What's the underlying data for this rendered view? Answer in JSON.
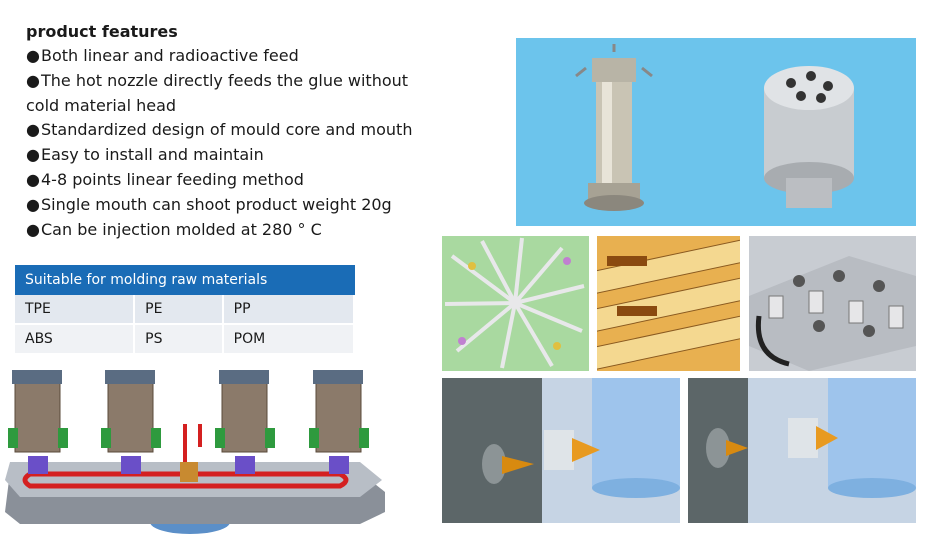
{
  "features": {
    "title": "product features",
    "items": [
      "Both linear and radioactive feed",
      "The hot nozzle directly feeds the glue without cold material head",
      "Standardized design of mould core and mouth",
      "Easy to install and maintain",
      "4-8 points linear feeding method",
      "Single mouth can shoot product weight 20g",
      "Can be injection molded at 280 ° C"
    ],
    "bullet": "●"
  },
  "materials": {
    "header": "Suitable for molding raw materials",
    "rows": [
      [
        "TPE",
        "PE",
        "PP"
      ],
      [
        "ABS",
        "PS",
        "POM"
      ]
    ]
  },
  "colors": {
    "header_blue": "#1a6cb6",
    "sky_blue": "#6cc4ec",
    "row_gray": "#e3e8ef"
  }
}
